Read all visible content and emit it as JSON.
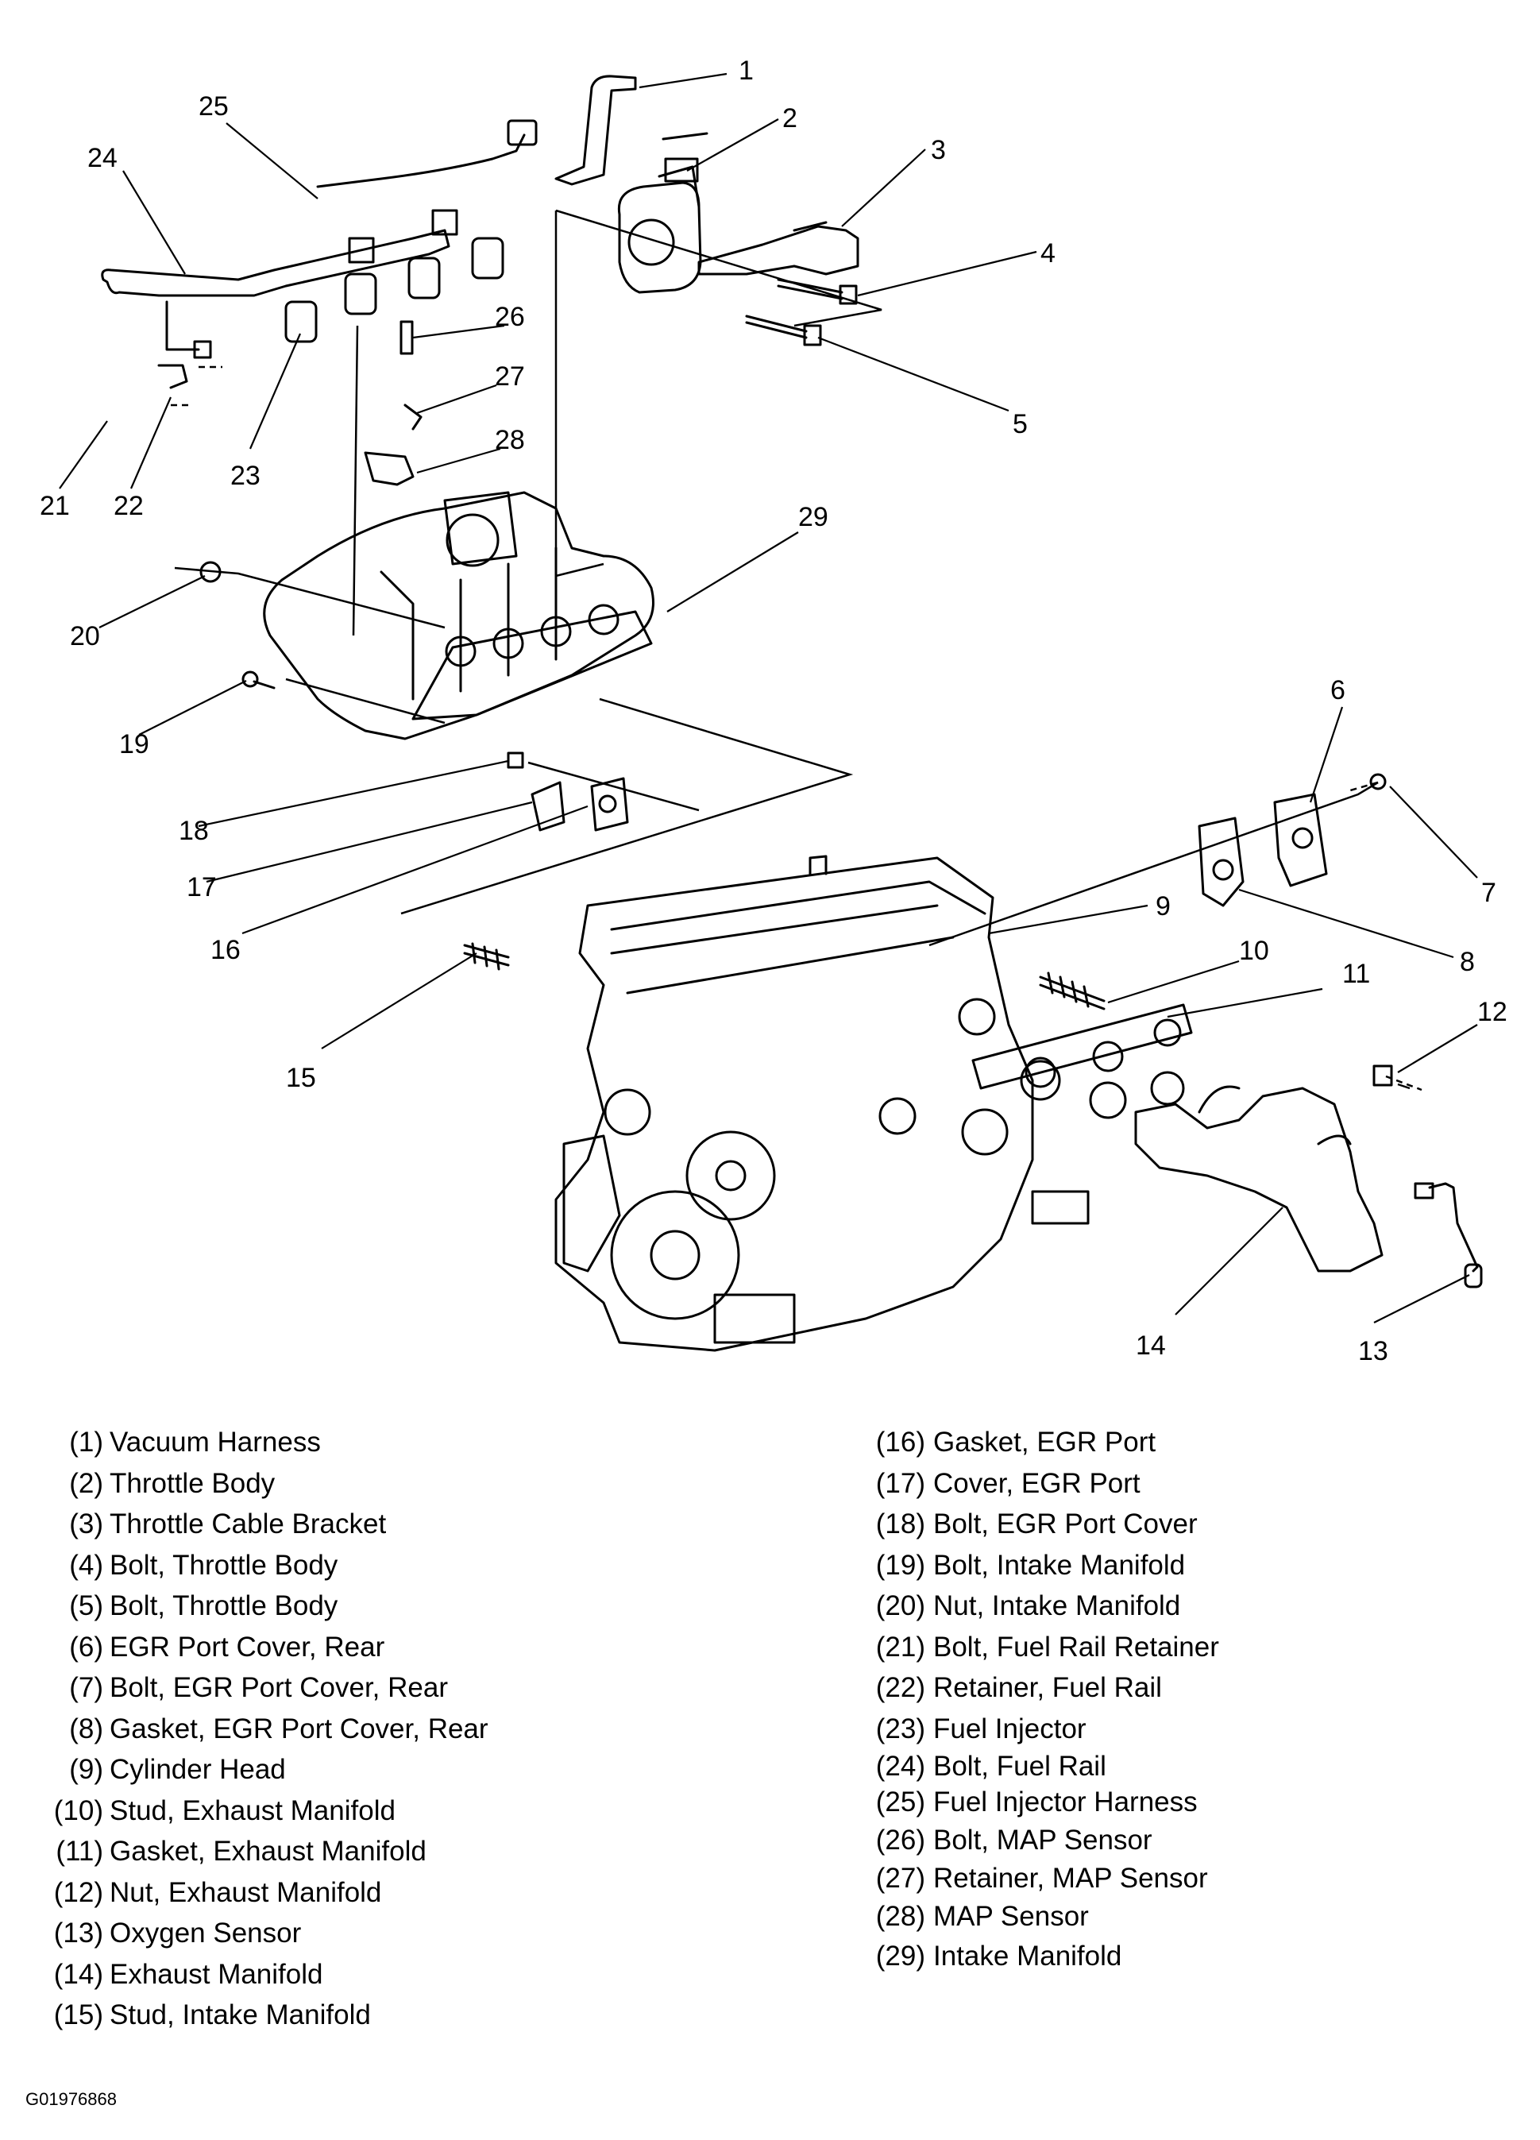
{
  "callout_numbers": [
    "1",
    "2",
    "3",
    "4",
    "5",
    "6",
    "7",
    "8",
    "9",
    "10",
    "11",
    "12",
    "13",
    "14",
    "15",
    "16",
    "17",
    "18",
    "19",
    "20",
    "21",
    "22",
    "23",
    "24",
    "25",
    "26",
    "27",
    "28",
    "29"
  ],
  "legend_left": [
    {
      "num": "(1)",
      "label": "Vacuum Harness"
    },
    {
      "num": "(2)",
      "label": "Throttle Body"
    },
    {
      "num": "(3)",
      "label": "Throttle Cable Bracket"
    },
    {
      "num": "(4)",
      "label": "Bolt, Throttle Body"
    },
    {
      "num": "(5)",
      "label": "Bolt, Throttle Body"
    },
    {
      "num": "(6)",
      "label": "EGR Port Cover, Rear"
    },
    {
      "num": "(7)",
      "label": "Bolt, EGR Port Cover, Rear"
    },
    {
      "num": "(8)",
      "label": "Gasket, EGR Port Cover, Rear"
    },
    {
      "num": "(9)",
      "label": "Cylinder Head"
    },
    {
      "num": "(10)",
      "label": "Stud, Exhaust Manifold"
    },
    {
      "num": "(11)",
      "label": "Gasket, Exhaust Manifold"
    },
    {
      "num": "(12)",
      "label": "Nut, Exhaust Manifold"
    },
    {
      "num": "(13)",
      "label": "Oxygen Sensor"
    },
    {
      "num": "(14)",
      "label": "Exhaust Manifold"
    },
    {
      "num": "(15)",
      "label": "Stud, Intake Manifold"
    }
  ],
  "legend_right": [
    {
      "num": "(16)",
      "label": "Gasket, EGR Port"
    },
    {
      "num": "(17)",
      "label": "Cover, EGR Port"
    },
    {
      "num": "(18)",
      "label": "Bolt, EGR Port Cover"
    },
    {
      "num": "(19)",
      "label": "Bolt, Intake Manifold"
    },
    {
      "num": "(20)",
      "label": "Nut, Intake Manifold"
    },
    {
      "num": "(21)",
      "label": "Bolt, Fuel Rail Retainer"
    },
    {
      "num": "(22)",
      "label": "Retainer, Fuel Rail"
    },
    {
      "num": "(23)",
      "label": "Fuel Injector"
    },
    {
      "num": "(24)",
      "label": "Bolt, Fuel Rail"
    },
    {
      "num": "(25)",
      "label": "Fuel Injector Harness"
    },
    {
      "num": "(26)",
      "label": "Bolt, MAP Sensor"
    },
    {
      "num": "(27)",
      "label": "Retainer, MAP Sensor"
    },
    {
      "num": "(28)",
      "label": "MAP Sensor"
    },
    {
      "num": "(29)",
      "label": "Intake Manifold"
    }
  ],
  "figure_id": "G01976868"
}
